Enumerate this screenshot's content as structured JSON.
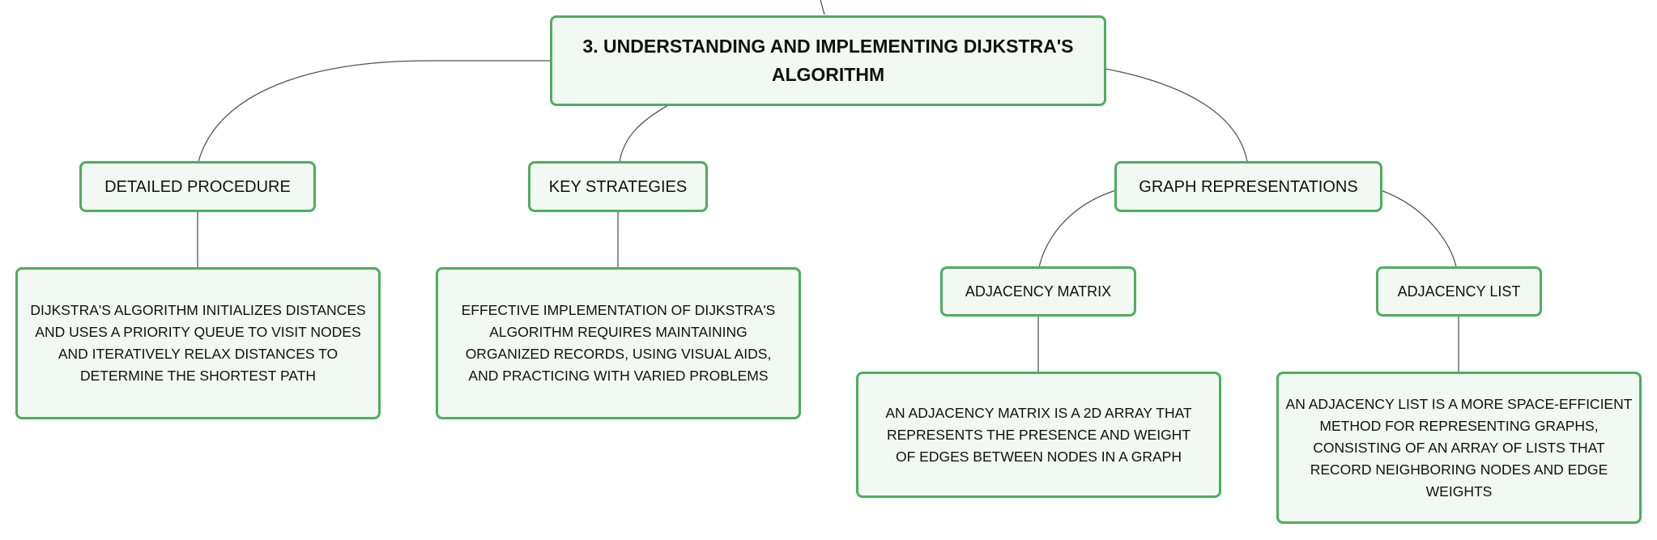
{
  "diagram": {
    "root": {
      "text": "3. Understanding and Implementing Dijkstra's Algorithm"
    },
    "branches": {
      "detailed_procedure": {
        "title": "Detailed Procedure",
        "description": "Dijkstra's algorithm initializes distances and uses a priority queue to visit nodes and iteratively relax distances to determine the shortest path"
      },
      "key_strategies": {
        "title": "Key Strategies",
        "description": "Effective implementation of Dijkstra's algorithm requires maintaining organized records, using visual aids, and practicing with varied problems"
      },
      "graph_representations": {
        "title": "Graph Representations",
        "adjacency_matrix": {
          "title": "Adjacency Matrix",
          "description": "An adjacency matrix is a 2D array that represents the presence and weight of edges between nodes in a graph"
        },
        "adjacency_list": {
          "title": "Adjacency List",
          "description": "An adjacency list is a more space-efficient method for representing graphs, consisting of an array of lists that record neighboring nodes and edge weights"
        }
      }
    },
    "colors": {
      "node_border": "#4caf5e",
      "node_fill": "#f2f9f3",
      "connector": "#555555",
      "text": "#111111"
    }
  }
}
